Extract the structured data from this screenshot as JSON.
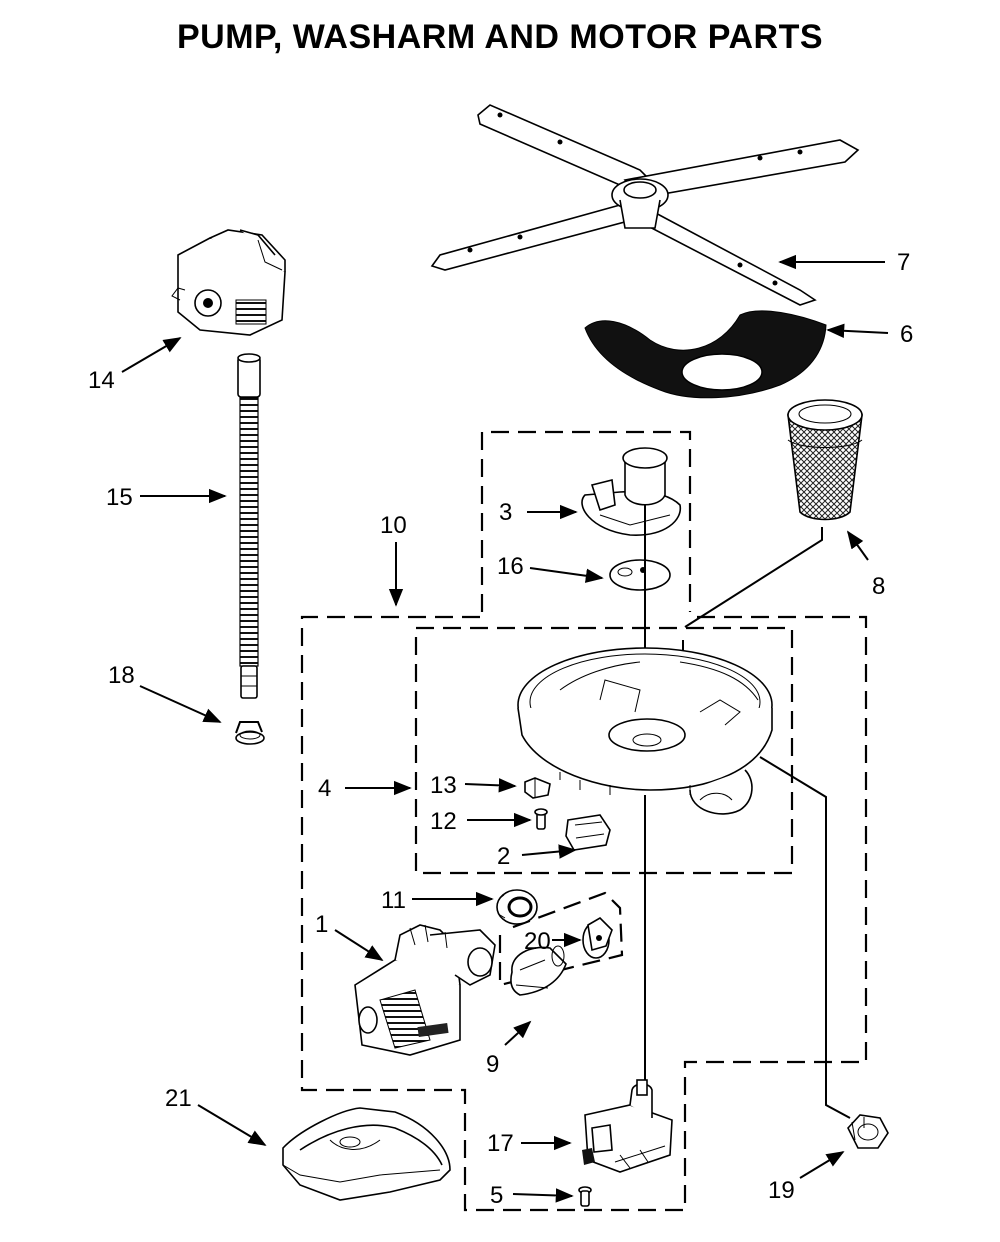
{
  "title": "PUMP, WASHARM AND MOTOR PARTS",
  "callouts": {
    "p1": "1",
    "p2": "2",
    "p3": "3",
    "p4": "4",
    "p5": "5",
    "p6": "6",
    "p7": "7",
    "p8": "8",
    "p9": "9",
    "p10": "10",
    "p11": "11",
    "p12": "12",
    "p13": "13",
    "p14": "14",
    "p15": "15",
    "p16": "16",
    "p17": "17",
    "p18": "18",
    "p19": "19",
    "p20": "20",
    "p21": "21"
  }
}
